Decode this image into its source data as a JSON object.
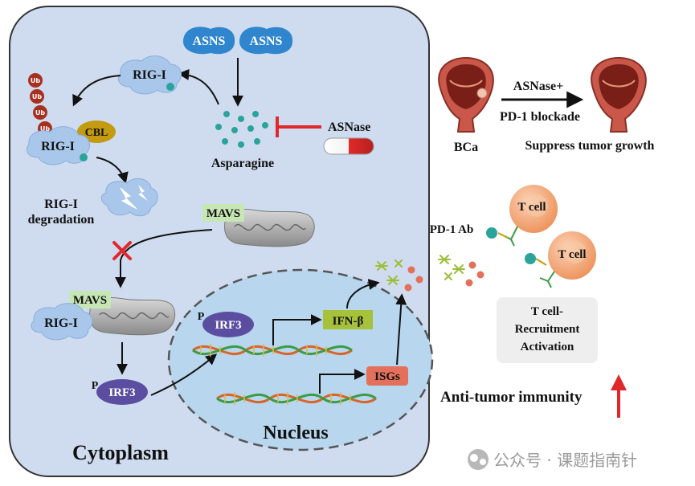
{
  "cell": {
    "cytoplasm_label": "Cytoplasm",
    "nucleus_label": "Nucleus",
    "asns_1": "ASNS",
    "asns_2": "ASNS",
    "asparagine_label": "Asparagine",
    "asnase_label": "ASNase",
    "rigi_top": "RIG-I",
    "ub_label": "Ub",
    "cbl_label": "CBL",
    "rigi_ub": "RIG-I",
    "degradation_line1": "RIG-I",
    "degradation_line2": "degradation",
    "mavs_top": "MAVS",
    "mavs_bottom": "MAVS",
    "rigi_bottom": "RIG-I",
    "phospho": "P",
    "irf3_cyto": "IRF3",
    "irf3_nuc": "IRF3",
    "ifnb": "IFN-β",
    "isgs": "ISGs"
  },
  "right": {
    "asnase_plus": "ASNase+",
    "pd1_blockade": "PD-1 blockade",
    "bca": "BCa",
    "suppress": "Suppress tumor growth",
    "pd1_ab": "PD-1 Ab",
    "tcell_1": "T cell",
    "tcell_2": "T cell",
    "recruit_line1": "T cell-",
    "recruit_line2": "Recruitment",
    "recruit_line3": "Activation",
    "anti_tumor": "Anti-tumor immunity"
  },
  "watermark": {
    "text": "公众号 · 课题指南针"
  },
  "colors": {
    "cell_fill": "#cfdcef",
    "nucleus_fill": "#b8d6ee",
    "asns_blue": "#2f86cf",
    "teal_dot": "#2aa39a",
    "ub_red": "#a8301f",
    "cbl_gold": "#c49a10",
    "irf3_purple": "#5b4ea0",
    "ifnb_green": "#a6c23a",
    "isgs_red": "#e2705b",
    "inhibit_red": "#e0282c",
    "tcell_orange": "#f2a679"
  }
}
